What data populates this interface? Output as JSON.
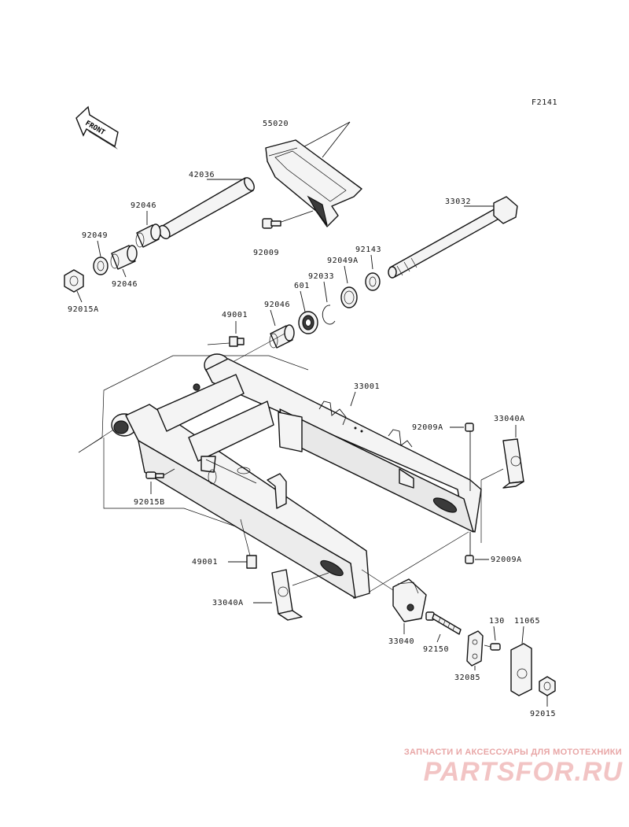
{
  "figure_code": "F2141",
  "front_label": "FRONT",
  "watermark": {
    "tagline": "ЗАПЧАСТИ И АКСЕССУАРЫ ДЛЯ МОТОТЕХНИКИ",
    "logo": "PARTSFOR.RU"
  },
  "parts": {
    "p55020": "55020",
    "p42036": "42036",
    "p33032": "33032",
    "p92046_a": "92046",
    "p92049": "92049",
    "p92046_b": "92046",
    "p92015A": "92015A",
    "p92009": "92009",
    "p92143": "92143",
    "p92049A": "92049A",
    "p92033": "92033",
    "p601": "601",
    "p92046_c": "92046",
    "p49001_a": "49001",
    "p33001": "33001",
    "p92009A_a": "92009A",
    "p33040A_a": "33040A",
    "p92015B": "92015B",
    "p49001_b": "49001",
    "p92009A_b": "92009A",
    "p33040A_b": "33040A",
    "p33040": "33040",
    "p92150": "92150",
    "p130": "130",
    "p11065": "11065",
    "p32085": "32085",
    "p92015": "92015"
  }
}
